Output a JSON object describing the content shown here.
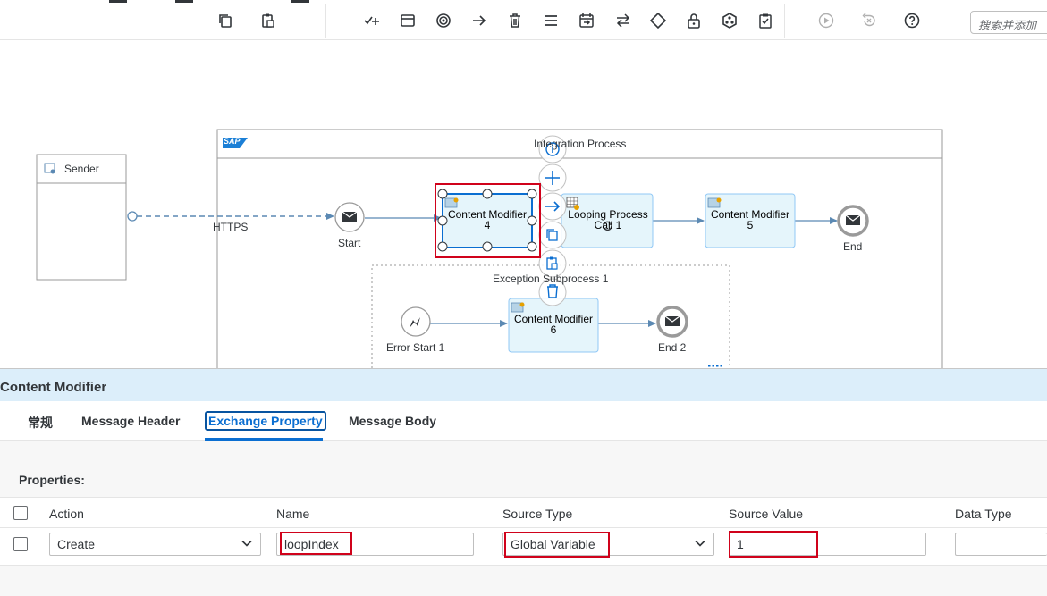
{
  "toolbar": {
    "icons": [
      "copy-icon",
      "paste-icon",
      "add-step-icon",
      "window-icon",
      "target-icon",
      "arrow-right-icon",
      "trash-icon",
      "menu-icon",
      "calendar-arrow-icon",
      "swap-icon",
      "diamond-icon",
      "lock-icon",
      "hexagon-icon",
      "clipboard-check-icon",
      "play-icon",
      "undo-icon",
      "help-icon"
    ],
    "search_placeholder": "搜索并添加"
  },
  "canvas": {
    "sender_label": "Sender",
    "connection_label": "HTTPS",
    "pool_title": "Integration Process",
    "pool_logo": "SAP",
    "start_label": "Start",
    "end_label": "End",
    "step1": {
      "line1": "Content Modifier",
      "line2": "4"
    },
    "step2": {
      "line1": "Looping Process",
      "line2": "Call 1"
    },
    "step3": {
      "line1": "Content Modifier",
      "line2": "5"
    },
    "subprocess_title": "Exception Subprocess 1",
    "error_start_label": "Error Start 1",
    "step4": {
      "line1": "Content Modifier",
      "line2": "6"
    },
    "end2_label": "End 2"
  },
  "panel": {
    "title": "Content Modifier",
    "tabs": [
      "常规",
      "Message Header",
      "Exchange Property",
      "Message Body"
    ],
    "active_tab": "Exchange Property",
    "properties_label": "Properties:",
    "columns": [
      "Action",
      "Name",
      "Source Type",
      "Source Value",
      "Data Type"
    ],
    "rows": [
      {
        "action": "Create",
        "name": "loopIndex",
        "source_type": "Global Variable",
        "source_value": "1",
        "data_type": ""
      }
    ]
  },
  "colors": {
    "accent": "#0a6ed1",
    "step_fill": "#e5f5fb",
    "step_border": "#91c8f6",
    "highlight_red": "#d0021b",
    "panel_header": "#dceefa"
  }
}
